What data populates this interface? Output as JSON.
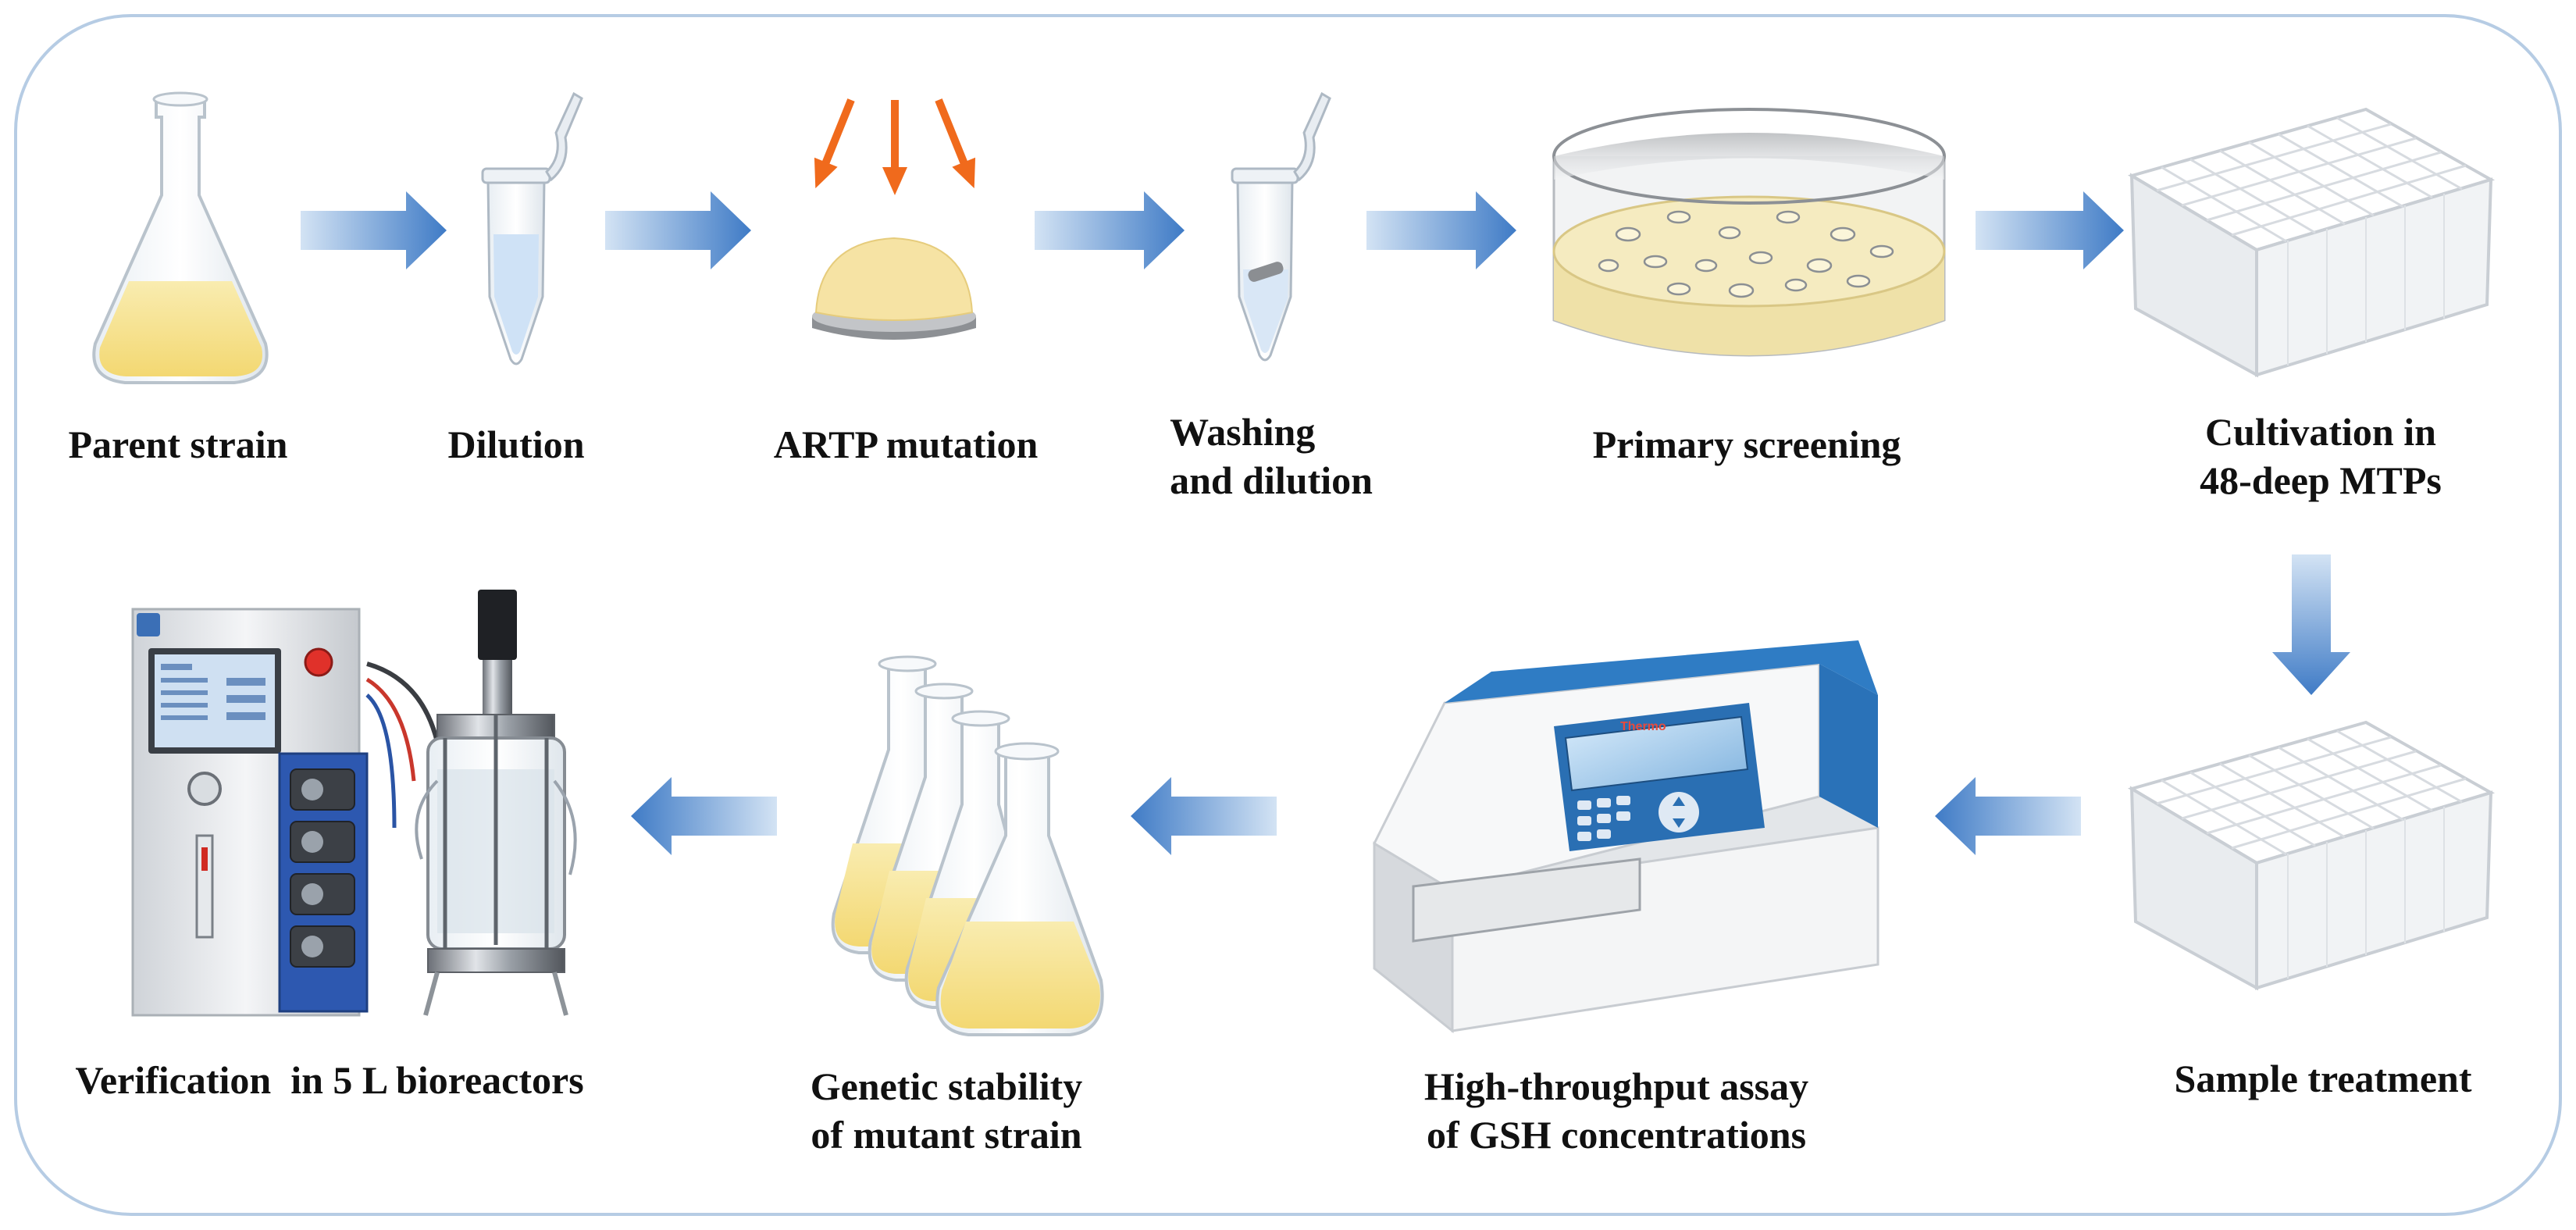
{
  "colors": {
    "frame": "#b6cce4",
    "arrow_dark": "#3f7bc6",
    "arrow_light": "#c9dcf1",
    "uv_arrow": "#f06a1c",
    "culture": "#f5df88",
    "plate_white": "#f1f2f3",
    "instrument_blue": "#2a72b8"
  },
  "icons": [
    "flask-icon",
    "eppendorf-tube-icon",
    "uv-radiation-icon",
    "agar-colony-icon",
    "petri-dish-icon",
    "deep-well-plate-icon",
    "microplate-reader-icon",
    "bioreactor-icon"
  ],
  "steps": {
    "parent_strain": {
      "label": "Parent strain"
    },
    "dilution": {
      "label": "Dilution"
    },
    "artp_mutation": {
      "label": "ARTP mutation"
    },
    "washing": {
      "line1": "Washing",
      "line2": "and dilution"
    },
    "primary_screening": {
      "label": "Primary screening"
    },
    "cultivation": {
      "line1": "Cultivation in",
      "line2": "48-deep MTPs"
    },
    "sample_treatment": {
      "label": "Sample treatment"
    },
    "assay": {
      "line1": "High-throughput assay",
      "line2": "of GSH concentrations"
    },
    "genetic_stability": {
      "line1": "Genetic stability",
      "line2": "of mutant strain"
    },
    "verification": {
      "label": "Verification  in 5 L bioreactors"
    }
  },
  "instrument": {
    "brand": "Thermo"
  }
}
